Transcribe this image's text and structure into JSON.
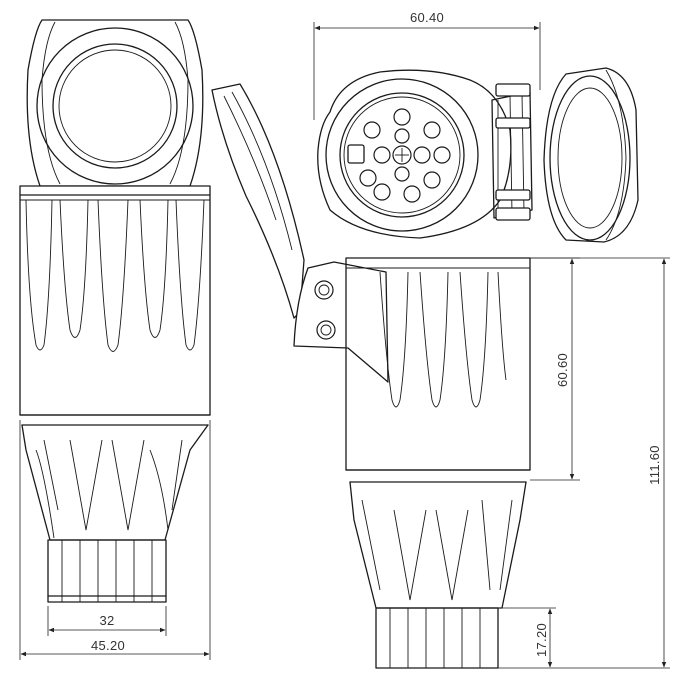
{
  "dimensions": {
    "top_width": "60.40",
    "body_height": "60.60",
    "overall_height": "111.60",
    "nut_height": "17.20",
    "front_inner_width": "32",
    "front_outer_width": "45.20"
  }
}
